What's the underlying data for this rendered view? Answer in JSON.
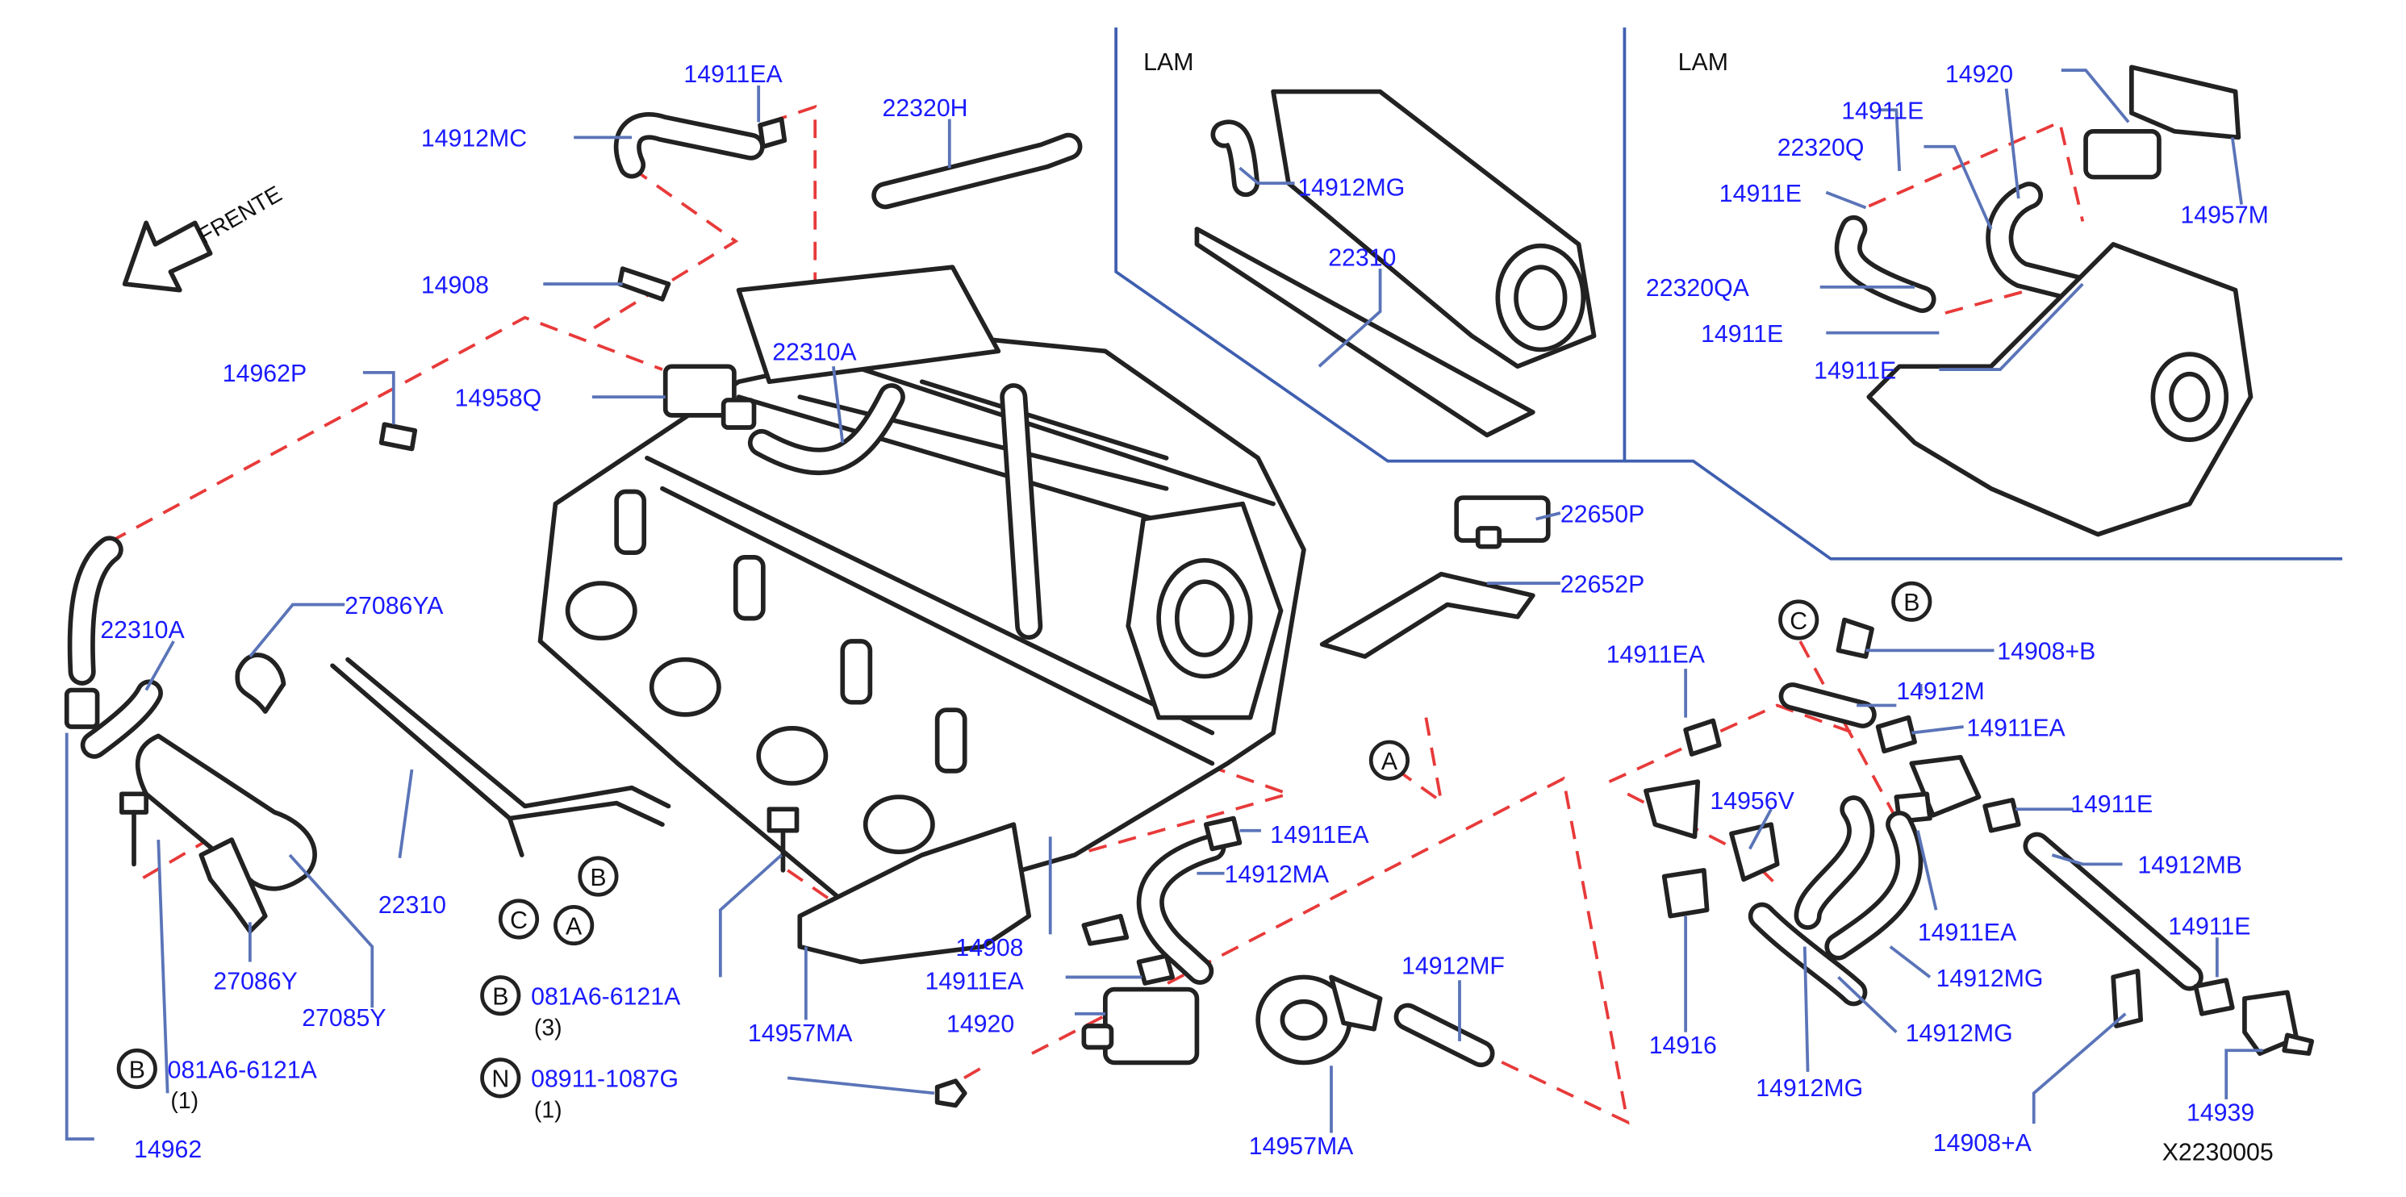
{
  "colors": {
    "part_number": "#1a1aff",
    "leader_line": "#5a74b8",
    "dashed_assembly": "#e83a3a",
    "drawing": "#222222"
  },
  "front_arrow": {
    "label": "FRENTE"
  },
  "insets": [
    {
      "label": "LAM"
    },
    {
      "label": "LAM"
    }
  ],
  "drawing_code": "X2230005",
  "labels": {
    "p14911EA_top": "14911EA",
    "p22320H": "22320H",
    "p14912MC": "14912MC",
    "p14908_top": "14908",
    "p14962P": "14962P",
    "p14958Q": "14958Q",
    "p22310A_center": "22310A",
    "p22310A_left": "22310A",
    "p27086YA": "27086YA",
    "p22310_bottom": "22310",
    "p27086Y": "27086Y",
    "p27085Y": "27085Y",
    "p14962": "14962",
    "p14957MA_left": "14957MA",
    "p14908_mid": "14908",
    "p14911EA_mid": "14911EA",
    "p14920_bottom": "14920",
    "p14911EA_right_of_manifold": "14911EA",
    "p14912MA": "14912MA",
    "p14957MA_bottom": "14957MA",
    "p14912MF": "14912MF",
    "p14912MG_lam": "14912MG",
    "p22310_lam": "22310",
    "p14920_lam": "14920",
    "p14911E_lam1": "14911E",
    "p22320Q": "22320Q",
    "p14911E_lam2": "14911E",
    "p22320QA": "22320QA",
    "p14911E_lam3": "14911E",
    "p14911E_lam4": "14911E",
    "p14957M": "14957M",
    "p22650P": "22650P",
    "p22652P": "22652P",
    "p14911EA_right1": "14911EA",
    "p14908B": "14908+B",
    "p14912M": "14912M",
    "p14911EA_right2": "14911EA",
    "p14911E_right1": "14911E",
    "p14956V": "14956V",
    "p14912MB": "14912MB",
    "p14911EA_right3": "14911EA",
    "p14912MG_1": "14912MG",
    "p14911E_right2": "14911E",
    "p14912MG_2": "14912MG",
    "p14916": "14916",
    "p14912MG_3": "14912MG",
    "p14939": "14939",
    "p14908A": "14908+A"
  },
  "fasteners": [
    {
      "code": "B",
      "part": "081A6-6121A",
      "qty": "(1)"
    },
    {
      "code": "B",
      "part": "081A6-6121A",
      "qty": "(3)"
    },
    {
      "code": "N",
      "part": "08911-1087G",
      "qty": "(1)"
    }
  ],
  "ref_markers": {
    "A1": "A",
    "A2": "A",
    "B1": "B",
    "B2": "B",
    "C1": "C",
    "C2": "C"
  }
}
